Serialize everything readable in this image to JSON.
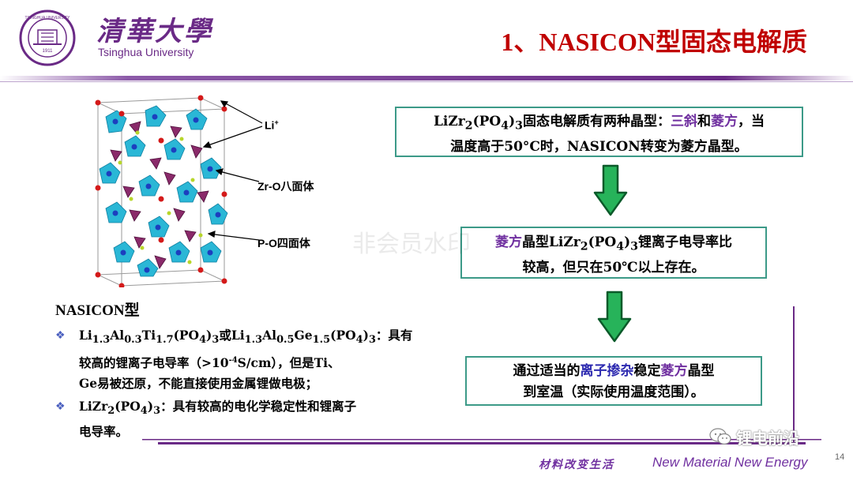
{
  "header": {
    "university_cn": "清華大學",
    "university_en": "Tsinghua University",
    "seal_year": "1911",
    "seal_text": "TSINGHUA UNIVERSITY",
    "title": "1、NASICON型固态电解质"
  },
  "figure": {
    "label_li": "Li",
    "label_li_sup": "+",
    "label_zro": "Zr-O八面体",
    "label_po": "P-O四面体"
  },
  "left": {
    "heading": "NASICON型",
    "bullet1": {
      "line1_pre": "Li",
      "line1_s1": "1.3",
      "line1_t1": "Al",
      "line1_s2": "0.3",
      "line1_t2": "Ti",
      "line1_s3": "1.7",
      "line1_t3": "(PO",
      "line1_s4": "4",
      "line1_t4": ")",
      "line1_s5": "3",
      "line1_t5": "或Li",
      "line1_s6": "1.3",
      "line1_t6": "Al",
      "line1_s7": "0.5",
      "line1_t7": "Ge",
      "line1_s8": "1.5",
      "line1_t8": "(PO",
      "line1_s9": "4",
      "line1_t9": ")",
      "line1_s10": "3",
      "line1_t10": "：具有",
      "line2_pre": "较高的锂离子电导率（>10",
      "line2_sup": "-4",
      "line2_post": "S/cm），但是Ti、",
      "line3": "Ge易被还原，不能直接使用金属锂做电极；"
    },
    "bullet2": {
      "t1": "LiZr",
      "s1": "2",
      "t2": "(PO",
      "s2": "4",
      "t3": ")",
      "s3": "3",
      "t4": "：具有较高的电化学稳定性和锂离子",
      "line2": "电导率。"
    }
  },
  "boxes": {
    "box1": {
      "t1": "LiZr",
      "s1": "2",
      "t2": "(PO",
      "s2": "4",
      "t3": ")",
      "s3": "3",
      "t4": "固态电解质有两种晶型：",
      "hl1": "三斜",
      "t5": "和",
      "hl2": "菱方",
      "t6": "，当",
      "line2": "温度高于50°C时，NASICON转变为菱方晶型。"
    },
    "box2": {
      "hl": "菱方",
      "t1": "晶型LiZr",
      "s1": "2",
      "t2": "(PO",
      "s2": "4",
      "t3": ")",
      "s3": "3",
      "t4": "锂离子电导率比",
      "line2": "较高，但只在50℃以上存在。"
    },
    "box3": {
      "t1": "通过适当的",
      "hl1": "离子掺杂",
      "t2": "稳定",
      "hl2": "菱方",
      "t3": "晶型",
      "line2": "到室温（实际使用温度范围）。"
    }
  },
  "watermark": "非会员水印",
  "footer": {
    "slogan_cn": "材料改变生活",
    "slogan_en": "New Material New Energy",
    "page": "14",
    "wechat": "锂电前沿"
  },
  "colors": {
    "brand_purple": "#6a2a86",
    "title_red": "#c00000",
    "box_border": "#3c9a88",
    "arrow_green": "#27b35a",
    "highlight_purple": "#7030a0",
    "highlight_blue": "#2d2ab0"
  }
}
